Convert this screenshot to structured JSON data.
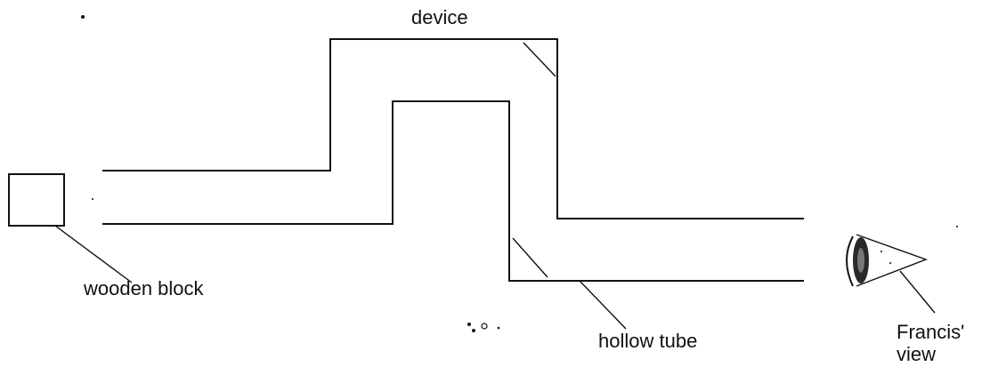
{
  "labels": {
    "device": "device",
    "wooden_block": "wooden block",
    "hollow_tube": "hollow tube",
    "observer_line1": "Francis'",
    "observer_line2": "view"
  },
  "parts": {
    "mirror_top": "plane-mirror-45deg",
    "mirror_bottom": "plane-mirror-45deg",
    "eye": "eye-icon"
  }
}
